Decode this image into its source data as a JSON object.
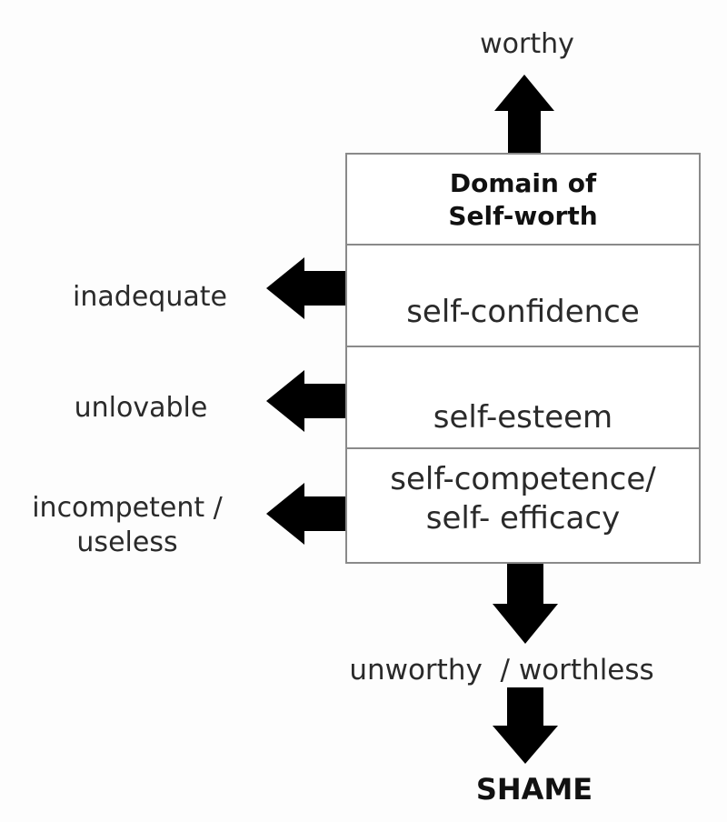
{
  "top_label": "worthy",
  "stack": {
    "title": "Domain of\nSelf-worth",
    "layers": [
      {
        "text": "self-confidence",
        "side_label": "inadequate"
      },
      {
        "text": "self-esteem",
        "side_label": "unlovable"
      },
      {
        "text": "self-competence/\nself- efficacy",
        "side_label": "incompetent /\nuseless"
      }
    ]
  },
  "bottom_label": "unworthy  / worthless",
  "final_label": "SHAME",
  "colors": {
    "arrow": "#000000",
    "box_border": "#8a8a8a",
    "text": "#2a2a2a"
  }
}
